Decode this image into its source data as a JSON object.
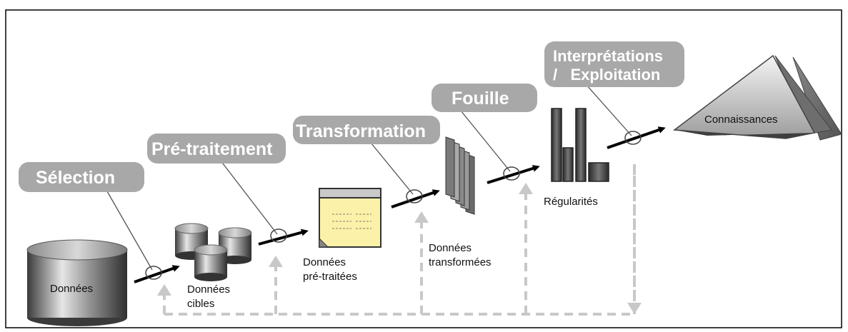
{
  "stages": {
    "selection": "Sélection",
    "pretraitement": "Pré-traitement",
    "transformation": "Transformation",
    "fouille": "Fouille",
    "interpretation_line1": "Interprétations",
    "interpretation_line2": "/   Exploitation"
  },
  "items": {
    "donnees": "Données",
    "cibles_line1": "Données",
    "cibles_line2": "cibles",
    "pretraitees_line1": "Données",
    "pretraitees_line2": "pré-traitées",
    "transformees_line1": "Données",
    "transformees_line2": "transformées",
    "regularites": "Régularités",
    "connaissances": "Connaissances"
  },
  "colors": {
    "stage_bubble": "#a8a8a8",
    "arrow": "#000000",
    "feedback": "#c8c8c8",
    "document": "#fbf1a9"
  }
}
